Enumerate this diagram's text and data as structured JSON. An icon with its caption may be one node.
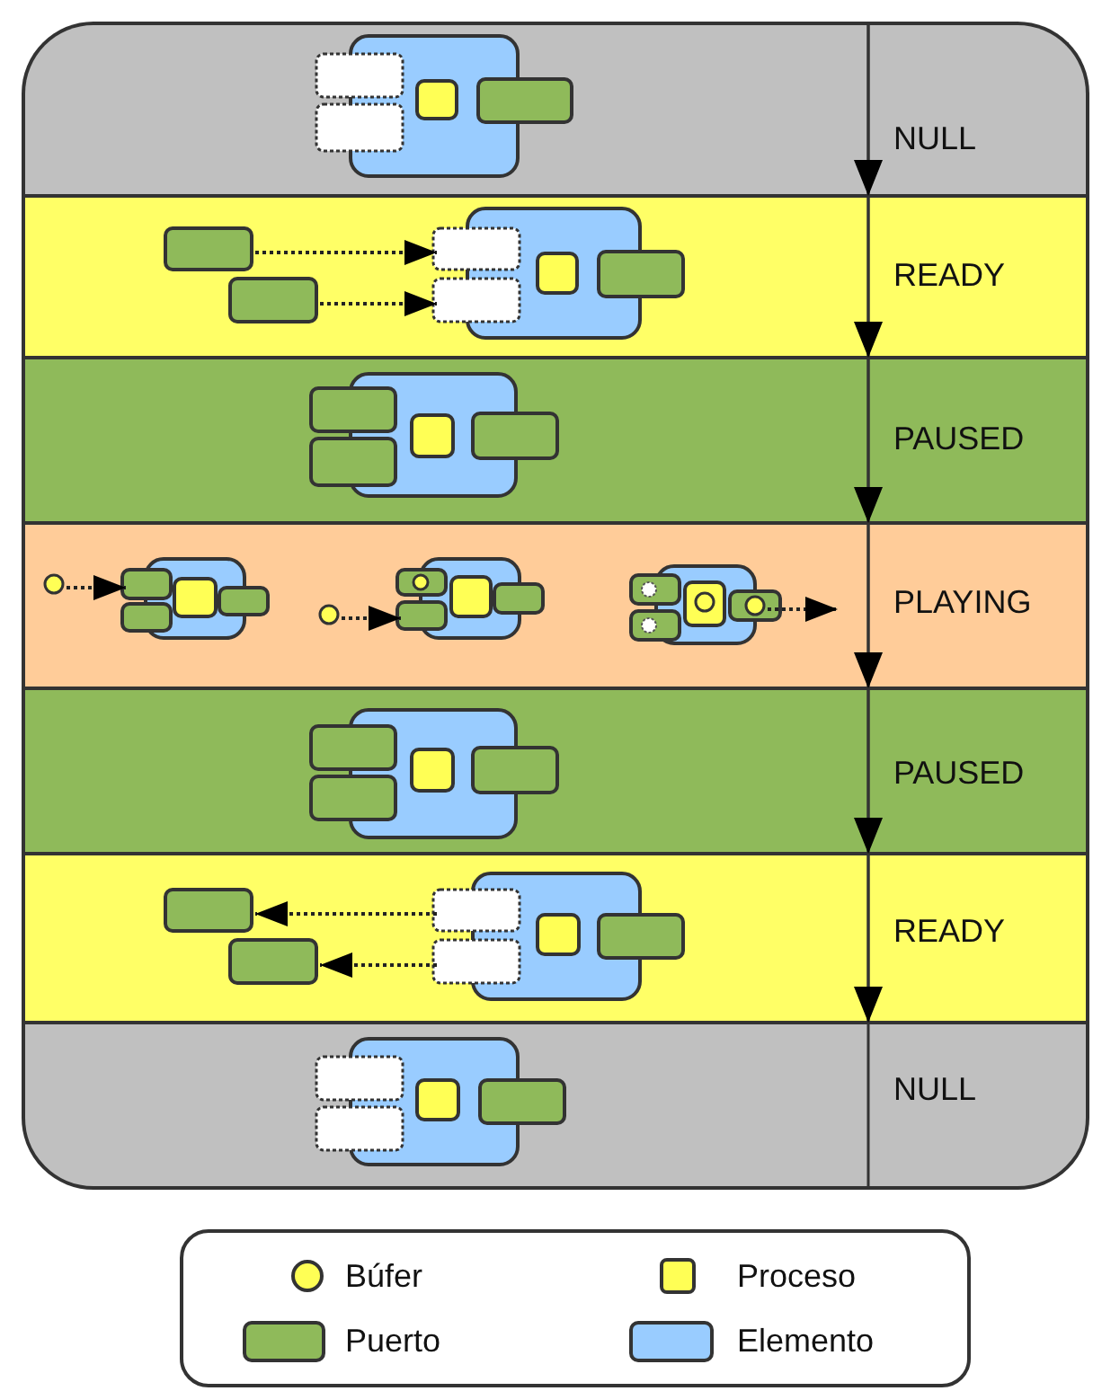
{
  "diagram": {
    "nodes": [
      {
        "text": [
          "NULL"
        ]
      },
      {
        "text": [],
        "shape": "box",
        "in": 0
      },
      {
        "text": [],
        "shape": "box",
        "in": 0
      },
      {
        "text": [],
        "shape": "box",
        "in": 0
      },
      {
        "text": [
          "READY"
        ]
      },
      {
        "text": [],
        "shape": "box",
        "in": 4
      },
      {
        "text": [],
        "shape": "box",
        "in": 4
      },
      {
        "text": [],
        "shape": "box",
        "in": 4
      },
      {
        "text": [],
        "shape": "box",
        "in": 4
      },
      {
        "text": [],
        "shape": "box",
        "in": 4
      },
      {
        "text": [
          "PAUSED"
        ]
      },
      {
        "text": [],
        "shape": "box",
        "in": 10
      },
      {
        "text": [],
        "shape": "box",
        "in": 10
      },
      {
        "text": [],
        "shape": "box",
        "in": 10
      },
      {
        "text": [
          "PLAYING"
        ]
      },
      {
        "text": [],
        "shape": "circle",
        "in": 14
      },
      {
        "text": [],
        "shape": "box",
        "in": 14
      },
      {
        "text": [],
        "shape": "box",
        "in": 14
      },
      {
        "text": [],
        "shape": "box",
        "in": 14
      },
      {
        "text": [],
        "shape": "box",
        "in": 14
      },
      {
        "text": [],
        "shape": "box",
        "in": 14
      },
      {
        "text": [],
        "shape": "circle",
        "in": 14
      },
      {
        "text": [],
        "shape": "box",
        "in": 14
      },
      {
        "text": [],
        "shape": "box",
        "in": 14
      },
      {
        "text": [],
        "shape": "box",
        "in": 14
      },
      {
        "text": [],
        "shape": "circle",
        "in": 24
      },
      {
        "text": [],
        "shape": "box",
        "in": 14
      },
      {
        "text": [
          "PAUSED"
        ]
      },
      {
        "text": [],
        "shape": "box",
        "in": 27
      },
      {
        "text": [],
        "shape": "box",
        "in": 27
      },
      {
        "text": [],
        "shape": "box",
        "in": 27
      },
      {
        "text": [
          "READY"
        ]
      },
      {
        "text": [],
        "shape": "box",
        "in": 31
      },
      {
        "text": [],
        "shape": "box",
        "in": 31
      },
      {
        "text": [],
        "shape": "box",
        "in": 31
      },
      {
        "text": [],
        "shape": "box",
        "in": 31
      },
      {
        "text": [],
        "shape": "box",
        "in": 31
      },
      {
        "text": [
          "NULL"
        ]
      },
      {
        "text": [],
        "shape": "box",
        "in": 37
      },
      {
        "text": [],
        "shape": "box",
        "in": 37
      },
      {
        "text": [],
        "shape": "box",
        "in": 37
      }
    ],
    "edges": [
      {
        "from": 0,
        "to": 4,
        "arrow": "to"
      },
      {
        "from": 4,
        "to": 10,
        "arrow": "to"
      },
      {
        "from": 10,
        "to": 14,
        "arrow": "to"
      },
      {
        "from": 14,
        "to": 27,
        "arrow": "to"
      },
      {
        "from": 27,
        "to": 31,
        "arrow": "to"
      },
      {
        "from": 31,
        "to": 37,
        "arrow": "to"
      },
      {
        "from": 5,
        "to": 6,
        "arrow": "to",
        "style": "dashed"
      },
      {
        "from": 8,
        "to": 9,
        "arrow": "to",
        "style": "dashed"
      },
      {
        "from": 15,
        "to": 16,
        "arrow": "to",
        "style": "dashed"
      },
      {
        "from": 21,
        "to": 22,
        "arrow": "to",
        "style": "dashed"
      },
      {
        "from": 25,
        "to": null,
        "arrow": "to",
        "style": "dashed"
      },
      {
        "from": 33,
        "to": 32,
        "arrow": "to",
        "style": "dashed"
      },
      {
        "from": 36,
        "to": 35,
        "arrow": "to",
        "style": "dashed"
      }
    ],
    "legend": [
      {
        "text": "Búfer",
        "color": "#ffff55"
      },
      {
        "text": "Proceso",
        "color": "#ffff55"
      },
      {
        "text": "Puerto",
        "color": "#8fba5a"
      },
      {
        "text": "Elemento",
        "color": "#99ccff"
      }
    ]
  }
}
